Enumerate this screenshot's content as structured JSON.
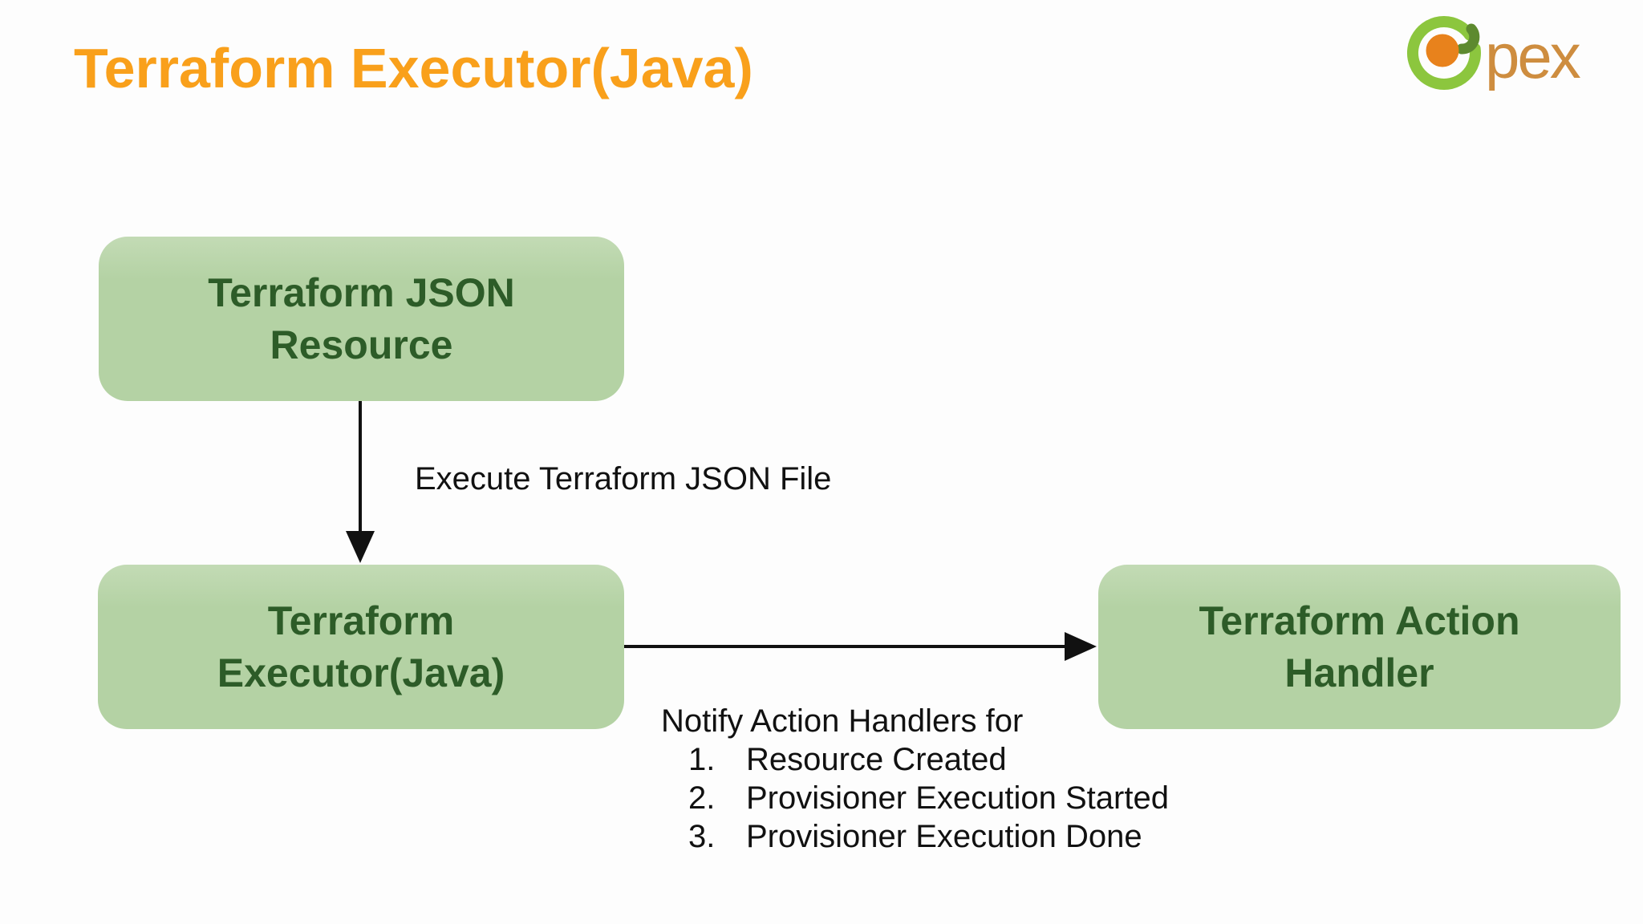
{
  "slide": {
    "title": "Terraform Executor(Java)"
  },
  "logo": {
    "wordmark": "pex"
  },
  "boxes": {
    "json_resource": {
      "line1": "Terraform JSON",
      "line2": "Resource"
    },
    "executor": {
      "line1": "Terraform",
      "line2": "Executor(Java)"
    },
    "action_handler": {
      "line1": "Terraform Action",
      "line2": "Handler"
    }
  },
  "flows": {
    "execute": {
      "label": "Execute Terraform JSON File"
    },
    "notify": {
      "label": "Notify Action Handlers for",
      "items": [
        {
          "num": "1.",
          "text": "Resource Created"
        },
        {
          "num": "2.",
          "text": "Provisioner Execution Started"
        },
        {
          "num": "3.",
          "text": "Provisioner Execution Done"
        }
      ]
    }
  },
  "colors": {
    "title_orange": "#F9A01B",
    "box_fill": "#B4D2A4",
    "box_fill_light": "#C3DBB5",
    "box_text_green": "#2D5C28",
    "arrow_black": "#111111",
    "logo_green": "#8CC63E",
    "logo_dark_green": "#5D8A2F",
    "logo_orange": "#E8821C",
    "logo_wordmark": "#CE8D3F",
    "background": "#FDFDFD"
  }
}
